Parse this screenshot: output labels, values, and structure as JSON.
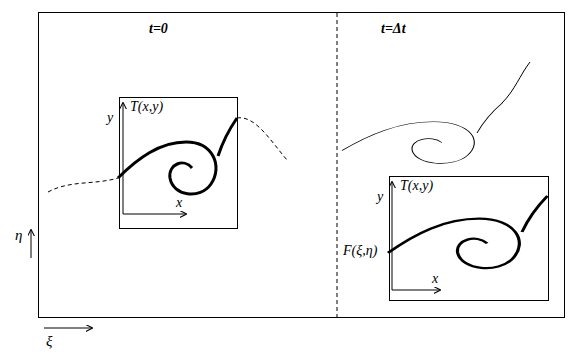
{
  "diagram": {
    "nodes": [
      {
        "text": [
          "t=0",
          "t=Δt",
          "F(ξ,η)"
        ]
      },
      {
        "text": [
          "T(x,y)",
          "y",
          "x"
        ],
        "in": 0
      },
      {
        "text": [
          "T(x,y)",
          "y",
          "x"
        ],
        "in": 0
      }
    ],
    "labels": [
      "η",
      "ξ"
    ]
  }
}
